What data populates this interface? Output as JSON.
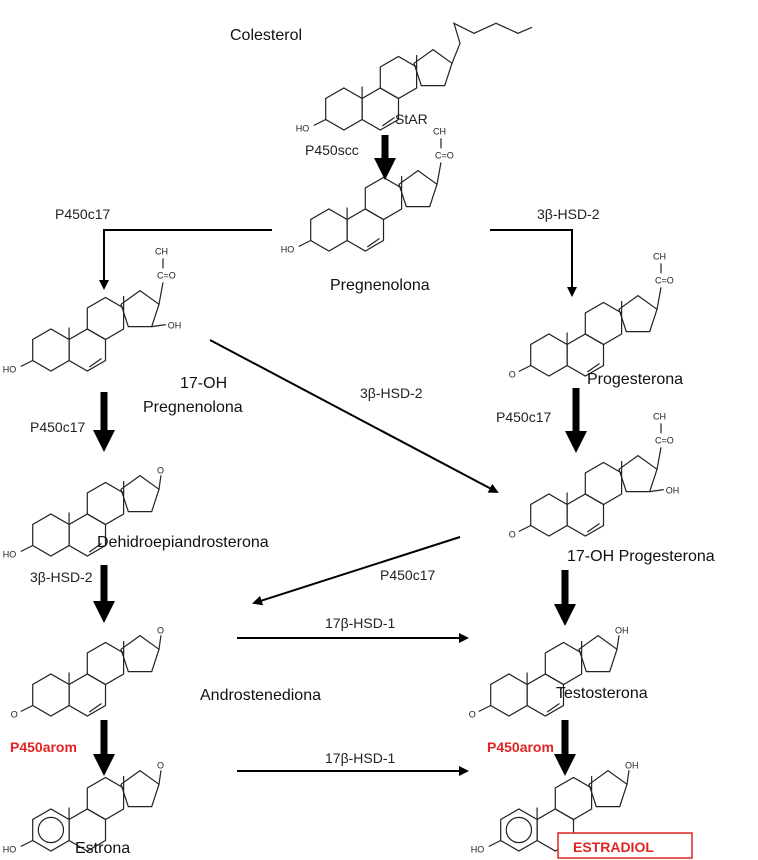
{
  "compounds": {
    "colesterol": "Colesterol",
    "pregnenolona": "Pregnenolona",
    "oh_pregnenolona_l1": "17-OH",
    "oh_pregnenolona_l2": "Pregnenolona",
    "progesterona": "Progesterona",
    "dhea": "Dehidroepiandrosterona",
    "oh_progesterona": "17-OH Progesterona",
    "androstenediona": "Androstenediona",
    "testosterona": "Testosterona",
    "estrona": "Estrona",
    "estradiol": "ESTRADIOL"
  },
  "enzymes": {
    "star": "StAR",
    "p450scc": "P450scc",
    "p450c17": "P450c17",
    "hsd3b2": "3β-HSD-2",
    "hsd17b1": "17β-HSD-1",
    "p450arom": "P450arom"
  },
  "atoms": {
    "ho": "HO",
    "oh": "OH",
    "o": "O",
    "ch3": "CH",
    "co": "C=O"
  },
  "colors": {
    "highlight": "#e02424",
    "arrow": "#000000"
  }
}
